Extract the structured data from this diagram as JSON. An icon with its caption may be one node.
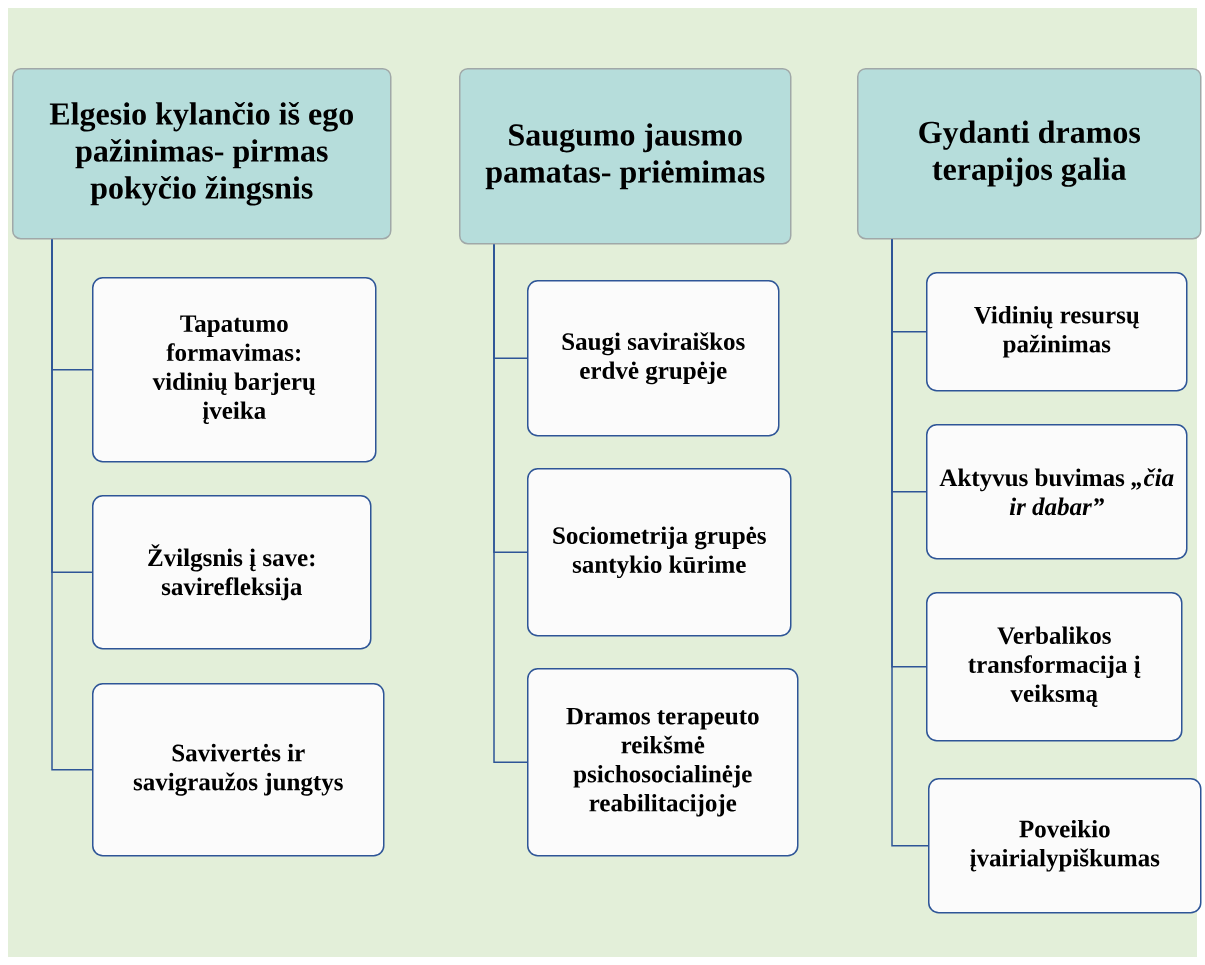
{
  "diagram": {
    "nodes": [
      {
        "text": [
          "Elgesio kylančio iš ego pažinimas- pirmas pokyčio žingsnis"
        ]
      },
      {
        "text": [
          "Tapatumo formavimas: vidinių barjerų įveika"
        ]
      },
      {
        "text": [
          "Žvilgsnis į save: savirefleksija"
        ]
      },
      {
        "text": [
          "Savivertės ir savigraužos jungtys"
        ]
      },
      {
        "text": [
          "Saugumo jausmo pamatas- priėmimas"
        ]
      },
      {
        "text": [
          "Saugi saviraiškos erdvė grupėje"
        ]
      },
      {
        "text": [
          "Sociometrija grupės santykio kūrime"
        ]
      },
      {
        "text": [
          "Dramos terapeuto reikšmė psichosocialinėje reabilitacijoje"
        ]
      },
      {
        "text": [
          "Gydanti dramos terapijos galia"
        ]
      },
      {
        "text": [
          "Vidinių resursų pažinimas"
        ]
      },
      {
        "text": [
          "Aktyvus buvimas *„čia ir dabar”*"
        ]
      },
      {
        "text": [
          "Verbalikos transformacija į veiksmą"
        ]
      },
      {
        "text": [
          "Poveikio įvairialypiškumas"
        ]
      }
    ],
    "edges": [
      {
        "from": 0,
        "to": 1,
        "arrow": "none"
      },
      {
        "from": 0,
        "to": 2,
        "arrow": "none"
      },
      {
        "from": 0,
        "to": 3,
        "arrow": "none"
      },
      {
        "from": 4,
        "to": 5,
        "arrow": "none"
      },
      {
        "from": 4,
        "to": 6,
        "arrow": "none"
      },
      {
        "from": 4,
        "to": 7,
        "arrow": "none"
      },
      {
        "from": 8,
        "to": 9,
        "arrow": "none"
      },
      {
        "from": 8,
        "to": 10,
        "arrow": "none"
      },
      {
        "from": 8,
        "to": 11,
        "arrow": "none"
      },
      {
        "from": 8,
        "to": 12,
        "arrow": "none"
      }
    ]
  }
}
